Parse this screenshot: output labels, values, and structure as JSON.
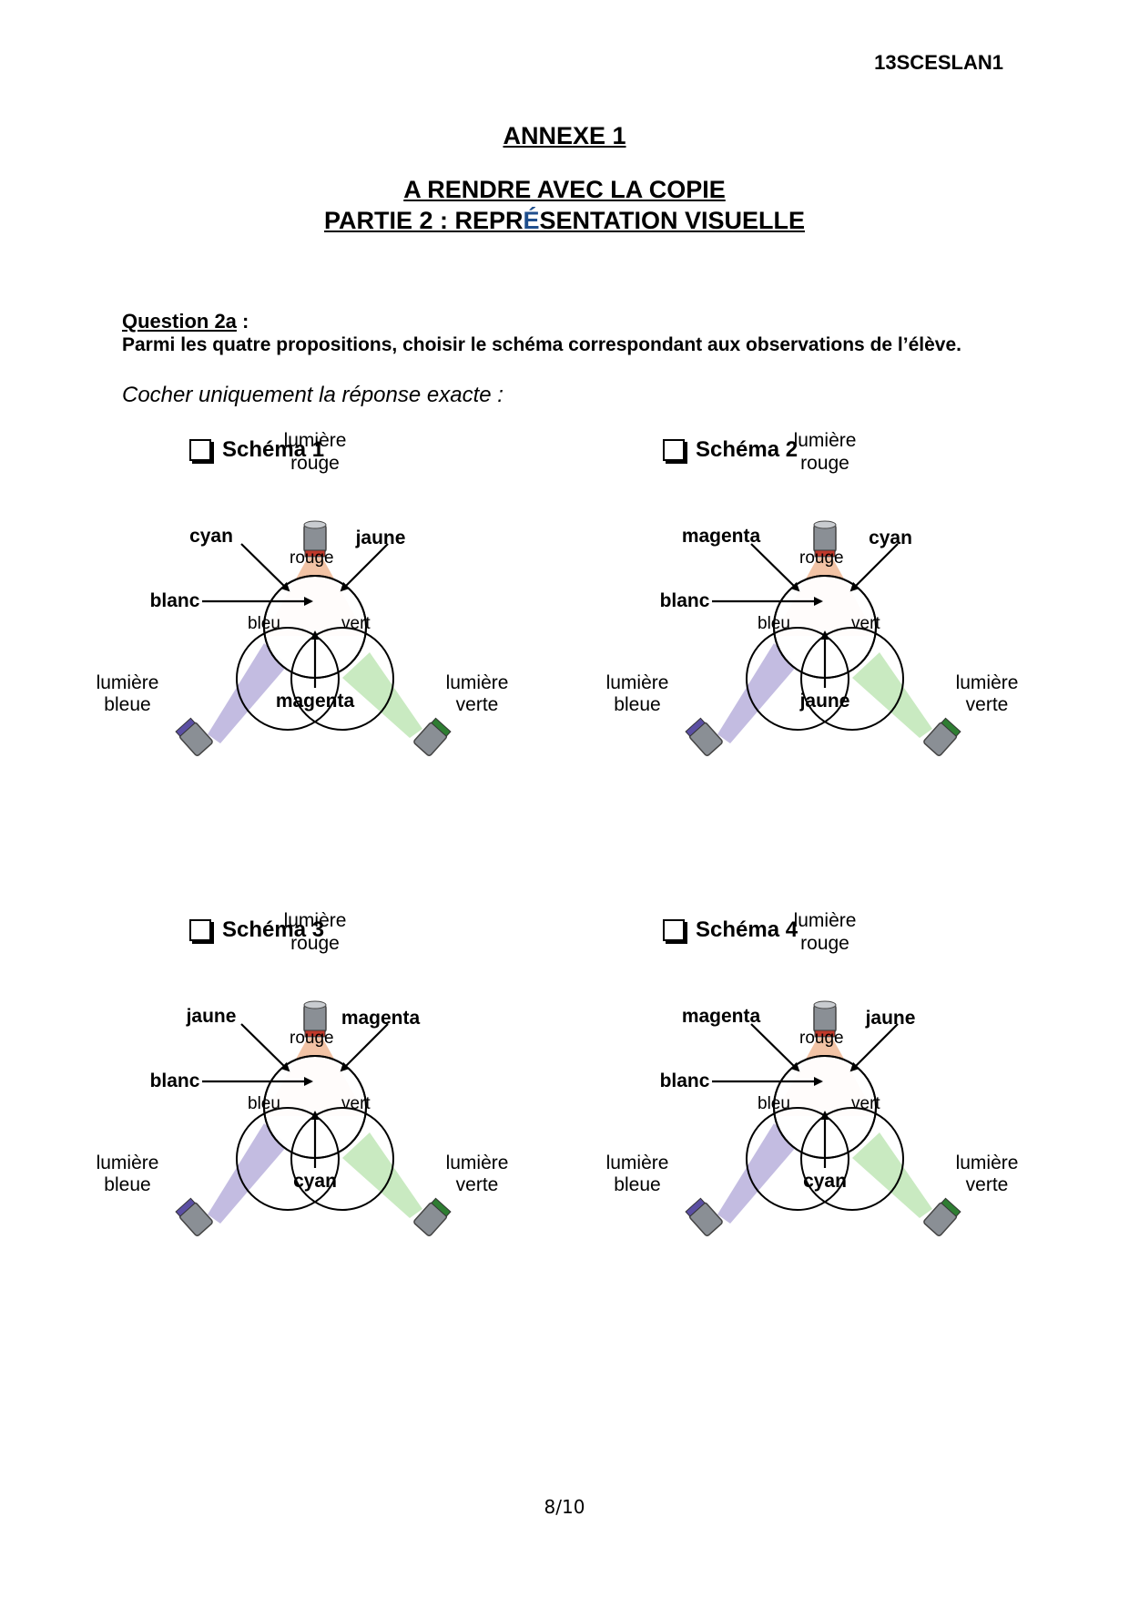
{
  "header": {
    "code": "13SCESLAN1"
  },
  "titles": {
    "annexe": "ANNEXE 1",
    "line1": "A RENDRE AVEC LA COPIE",
    "line2_before": "PARTIE 2 : REPR",
    "line2_accent": "É",
    "line2_after": "SENTATION VISUELLE"
  },
  "question": {
    "label": "Question 2a",
    "colon": " :",
    "text": "Parmi les quatre propositions, choisir le schéma correspondant aux observations de l’élève.",
    "instruction": "Cocher uniquement la réponse exacte :"
  },
  "common_labels": {
    "light_red": [
      "lumière",
      "rouge"
    ],
    "light_blue": [
      "lumière",
      "bleue"
    ],
    "light_green": [
      "lumière",
      "verte"
    ],
    "circle_red": "rouge",
    "circle_blue": "bleu",
    "circle_green": "vert",
    "center": "blanc"
  },
  "schemas": [
    {
      "title": "Schéma 1",
      "top_left": "cyan",
      "top_right": "jaune",
      "bottom": "magenta"
    },
    {
      "title": "Schéma 2",
      "top_left": "magenta",
      "top_right": "cyan",
      "bottom": "jaune"
    },
    {
      "title": "Schéma 3",
      "top_left": "jaune",
      "top_right": "magenta",
      "bottom": "cyan"
    },
    {
      "title": "Schéma 4",
      "top_left": "magenta",
      "top_right": "jaune",
      "bottom": "cyan"
    }
  ],
  "colors": {
    "beam_red": "#f0b895",
    "beam_blue": "#b8b0dc",
    "beam_green": "#bfe6b6",
    "lamp_body": "#8a8f95",
    "lamp_red_ring": "#c0392b",
    "lamp_green_ring": "#2e7d32",
    "lamp_blue_ring": "#5b4fa3"
  },
  "footer": {
    "page": "8/10"
  }
}
